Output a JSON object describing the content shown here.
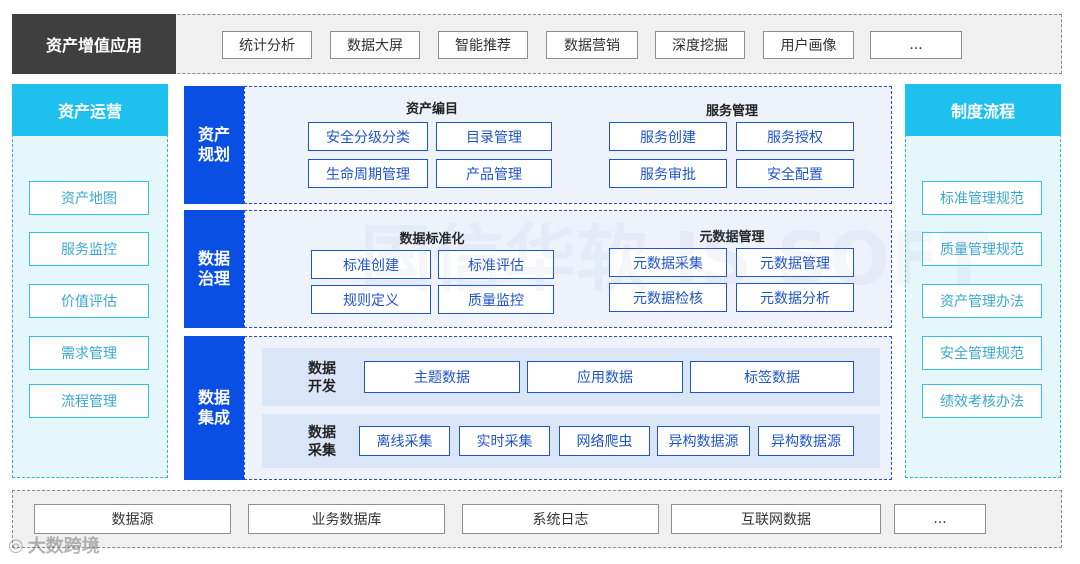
{
  "top": {
    "title": "资产增值应用",
    "items": [
      "统计分析",
      "数据大屏",
      "智能推荐",
      "数据营销",
      "深度挖掘",
      "用户画像",
      "..."
    ]
  },
  "left": {
    "title": "资产运营",
    "items": [
      "资产地图",
      "服务监控",
      "价值评估",
      "需求管理",
      "流程管理"
    ]
  },
  "right": {
    "title": "制度流程",
    "items": [
      "标准管理规范",
      "质量管理规范",
      "资产管理办法",
      "安全管理规范",
      "绩效考核办法"
    ]
  },
  "planning": {
    "label": "资产\n规划",
    "catalog_title": "资产编目",
    "catalog_items": [
      "安全分级分类",
      "目录管理",
      "生命周期管理",
      "产品管理"
    ],
    "service_title": "服务管理",
    "service_items": [
      "服务创建",
      "服务授权",
      "服务审批",
      "安全配置"
    ]
  },
  "governance": {
    "label": "数据\n治理",
    "standard_title": "数据标准化",
    "standard_items": [
      "标准创建",
      "标准评估",
      "规则定义",
      "质量监控"
    ],
    "meta_title": "元数据管理",
    "meta_items": [
      "元数据采集",
      "元数据管理",
      "元数据检核",
      "元数据分析"
    ]
  },
  "integration": {
    "label": "数据\n集成",
    "dev_label": "数据\n开发",
    "dev_items": [
      "主题数据",
      "应用数据",
      "标签数据"
    ],
    "collect_label": "数据\n采集",
    "collect_items": [
      "离线采集",
      "实时采集",
      "网络爬虫",
      "异构数据源",
      "异构数据源"
    ]
  },
  "bottom": {
    "items": [
      "数据源",
      "业务数据库",
      "系统日志",
      "互联网数据",
      "..."
    ]
  },
  "watermark": {
    "center": "国信华软 IS SOFT",
    "logo": "大数跨境"
  },
  "colors": {
    "dark_header": "#3f3f3f",
    "cyan_header": "#1ec0ee",
    "blue_label": "#0a4fe3",
    "blue_border": "#1f55c8"
  }
}
